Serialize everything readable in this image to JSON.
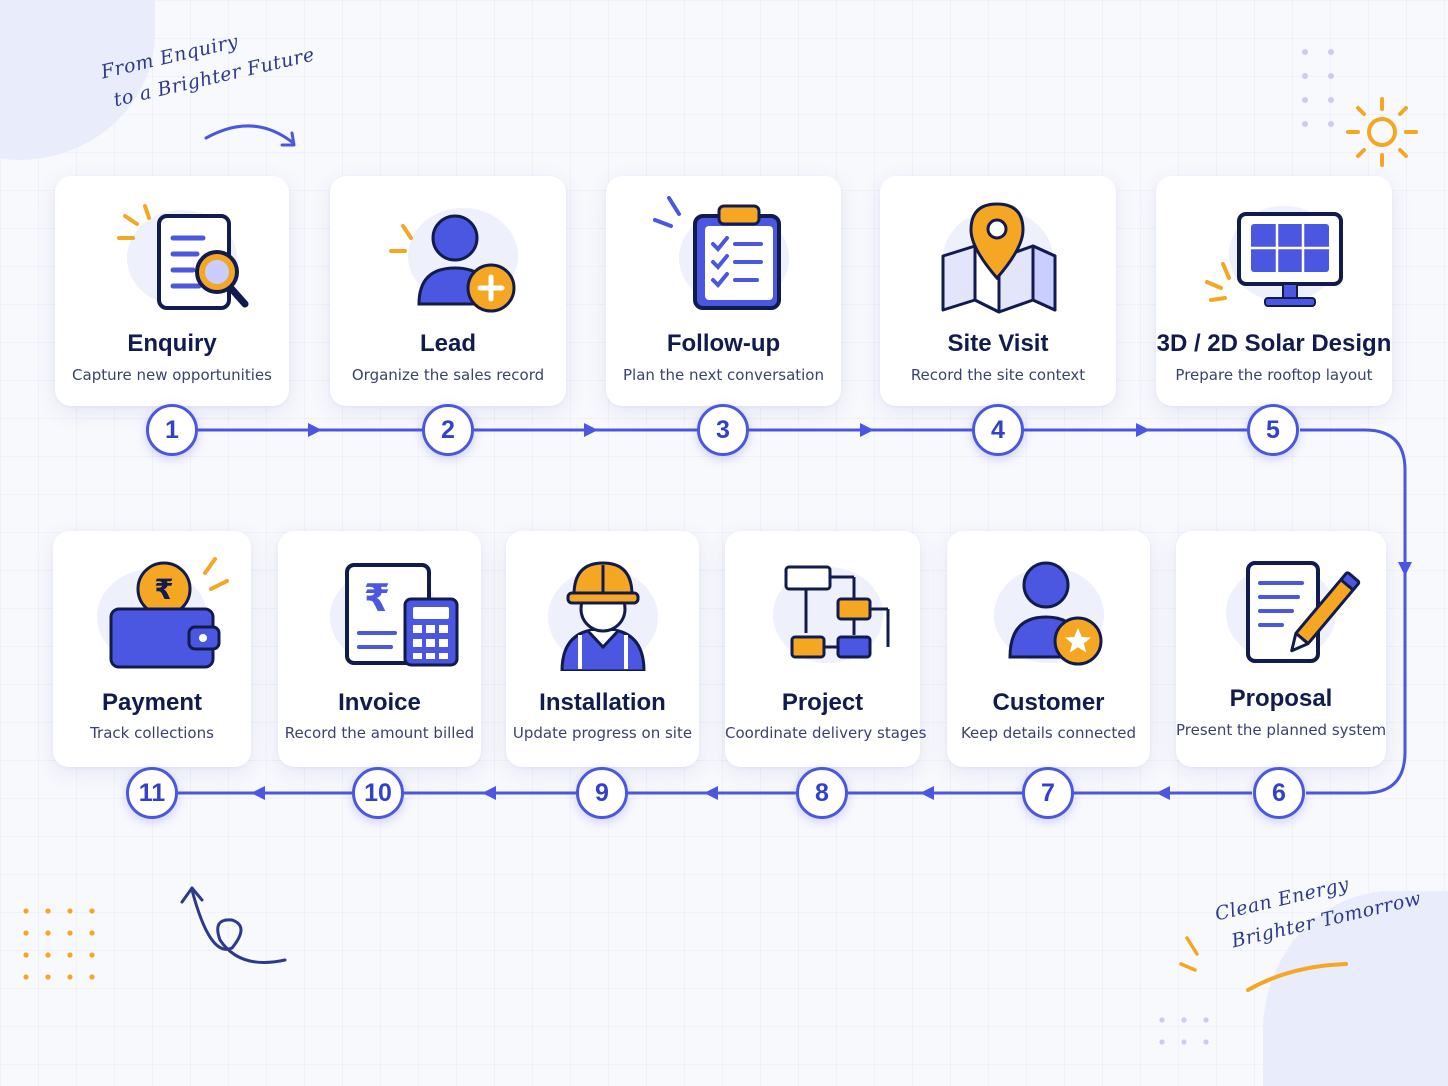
{
  "header_note": {
    "line1": "From Enquiry",
    "line2": "to a Brighter Future"
  },
  "footer_note": {
    "line1": "Clean Energy",
    "line2": "Brighter Tomorrow"
  },
  "colors": {
    "primary": "#4b57e0",
    "navy": "#121b4e",
    "accent": "#f5a623",
    "background": "#f8f9fd"
  },
  "steps": [
    {
      "number": "1",
      "title": "Enquiry",
      "subtitle": "Capture new opportunities",
      "icon": "document-search-icon"
    },
    {
      "number": "2",
      "title": "Lead",
      "subtitle": "Organize the sales record",
      "icon": "user-add-icon"
    },
    {
      "number": "3",
      "title": "Follow-up",
      "subtitle": "Plan the next conversation",
      "icon": "clipboard-checklist-icon"
    },
    {
      "number": "4",
      "title": "Site Visit",
      "subtitle": "Record the site context",
      "icon": "map-pin-icon"
    },
    {
      "number": "5",
      "title": "3D / 2D Solar Design",
      "subtitle": "Prepare the rooftop layout",
      "icon": "solar-panel-monitor-icon"
    },
    {
      "number": "6",
      "title": "Proposal",
      "subtitle": "Present the planned system",
      "icon": "document-pen-icon"
    },
    {
      "number": "7",
      "title": "Customer",
      "subtitle": "Keep details connected",
      "icon": "user-star-icon"
    },
    {
      "number": "8",
      "title": "Project",
      "subtitle": "Coordinate delivery stages",
      "icon": "flowchart-icon"
    },
    {
      "number": "9",
      "title": "Installation",
      "subtitle": "Update progress on site",
      "icon": "worker-helmet-icon"
    },
    {
      "number": "10",
      "title": "Invoice",
      "subtitle": "Record the amount billed",
      "icon": "invoice-calculator-icon"
    },
    {
      "number": "11",
      "title": "Payment",
      "subtitle": "Track collections",
      "icon": "wallet-coin-icon"
    }
  ]
}
